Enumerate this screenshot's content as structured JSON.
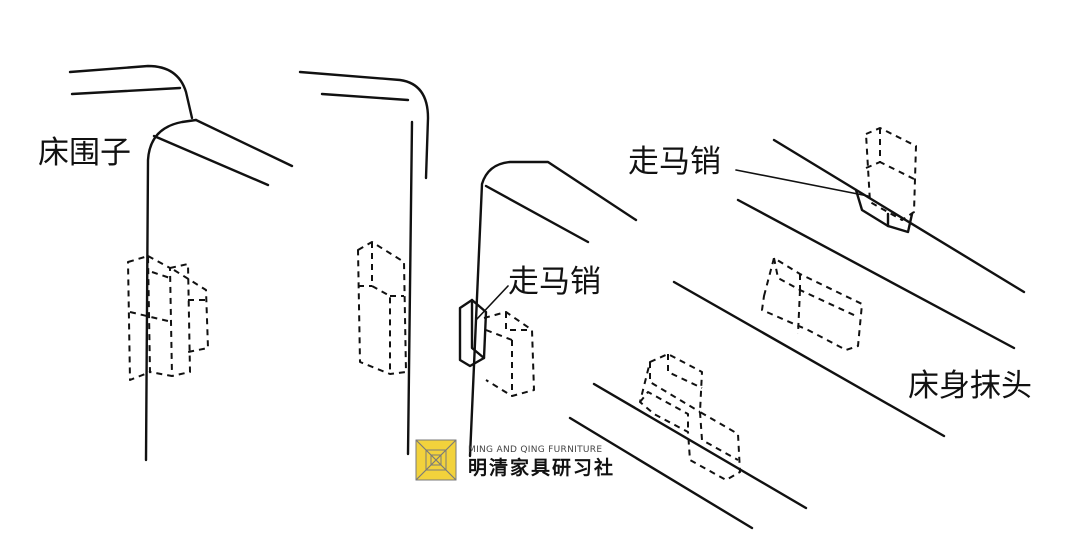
{
  "labels": {
    "bed_rail_panel": "床围子",
    "sliding_pin_1": "走马销",
    "sliding_pin_2": "走马销",
    "bed_frame_end": "床身抹头"
  },
  "watermark": {
    "english": "MING AND QING FURNITURE",
    "chinese": "明清家具研习社",
    "logo_colors": [
      "#f2d23c",
      "#7a7a7a"
    ]
  }
}
